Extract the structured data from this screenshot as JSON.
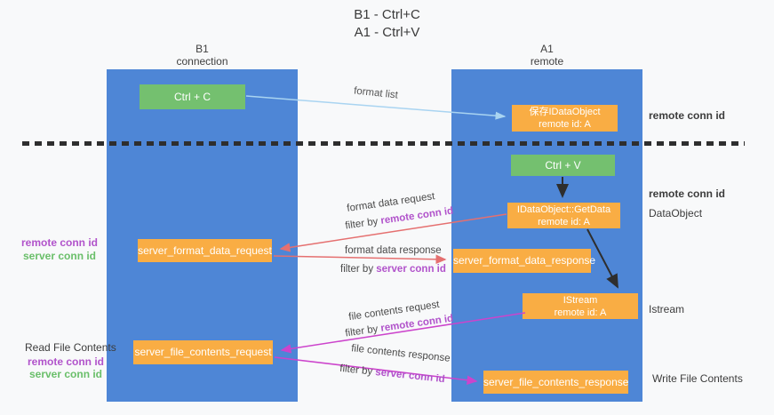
{
  "title": {
    "line1": "B1 - Ctrl+C",
    "line2": "A1 - Ctrl+V"
  },
  "columns": {
    "left": {
      "name": "B1",
      "role": "connection"
    },
    "right": {
      "name": "A1",
      "role": "remote"
    }
  },
  "nodes": {
    "ctrl_c": "Ctrl + C",
    "save_idataobject": {
      "line1": "保存IDataObject",
      "line2": "remote id: A"
    },
    "ctrl_v": "Ctrl + V",
    "getdata": {
      "line1": "IDataObject::GetData",
      "line2": "remote id: A"
    },
    "format_request": "server_format_data_request",
    "format_response": "server_format_data_response",
    "istream": {
      "line1": "IStream",
      "line2": "remote id: A"
    },
    "file_request": "server_file_contents_request",
    "file_response": "server_file_contents_response"
  },
  "edge_labels": {
    "format_list": "format list",
    "format_data_request": "format data request",
    "format_data_response": "format data response",
    "file_contents_request": "file contents request",
    "file_contents_response": "file contents response",
    "filter_by": "filter by ",
    "remote_conn_id": "remote conn id",
    "server_conn_id": "server conn id"
  },
  "side_labels": {
    "right_remote_conn_id_top": "remote conn id",
    "right_remote_conn_id_mid": "remote conn id",
    "right_dataobject": "DataObject",
    "right_istream": "Istream",
    "right_write_file_contents": "Write File Contents",
    "left_remote_conn_id_top": "remote conn id",
    "left_server_conn_id_top": "server conn id",
    "left_read_file_contents": "Read File Contents",
    "left_remote_conn_id_bottom": "remote conn id",
    "left_server_conn_id_bottom": "server conn id"
  },
  "colors": {
    "bg": "#f8f9fa",
    "blue": "#4e86d6",
    "green": "#74c06f",
    "orange": "#f9ad44",
    "purple": "#b153cb",
    "greenlabel": "#6abf6a",
    "text": "#3c3c3c",
    "red": "#e57070",
    "magenta": "#cc44cc",
    "lightblue": "#a9d4f1",
    "black": "#2e2e2e"
  }
}
